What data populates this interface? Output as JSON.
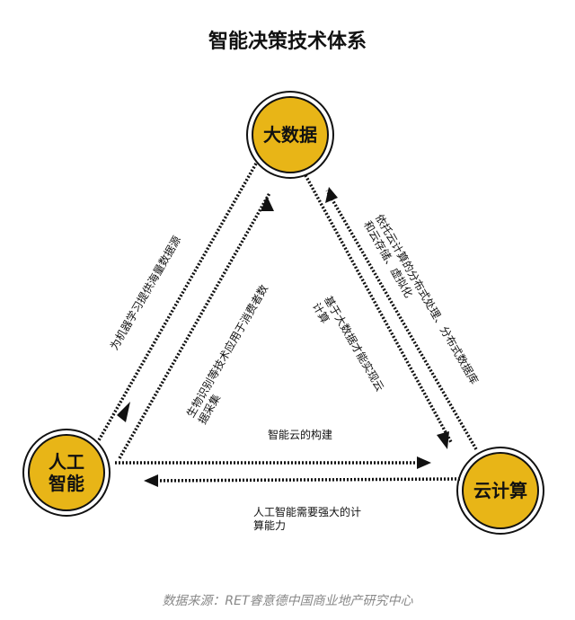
{
  "title": "智能决策技术体系",
  "nodes": {
    "big_data": "大数据",
    "ai_line1": "人工",
    "ai_line2": "智能",
    "cloud": "云计算"
  },
  "edges": {
    "bd_to_ai": "为机器学习提供海量数据源",
    "ai_to_bd": "生物识别等技术应用于消费者数据采集",
    "cloud_to_bd": "依托云计算的分布式处理、分布式数据库和云存储、虚拟化",
    "bd_to_cloud": "基于大数据才能实现云计算",
    "ai_to_cloud": "智能云的构建",
    "cloud_to_ai": "人工智能需要强大的计算能力"
  },
  "source": "数据来源：RET睿意德中国商业地产研究中心",
  "colors": {
    "node_fill": "#e8b517",
    "line": "#111111"
  }
}
